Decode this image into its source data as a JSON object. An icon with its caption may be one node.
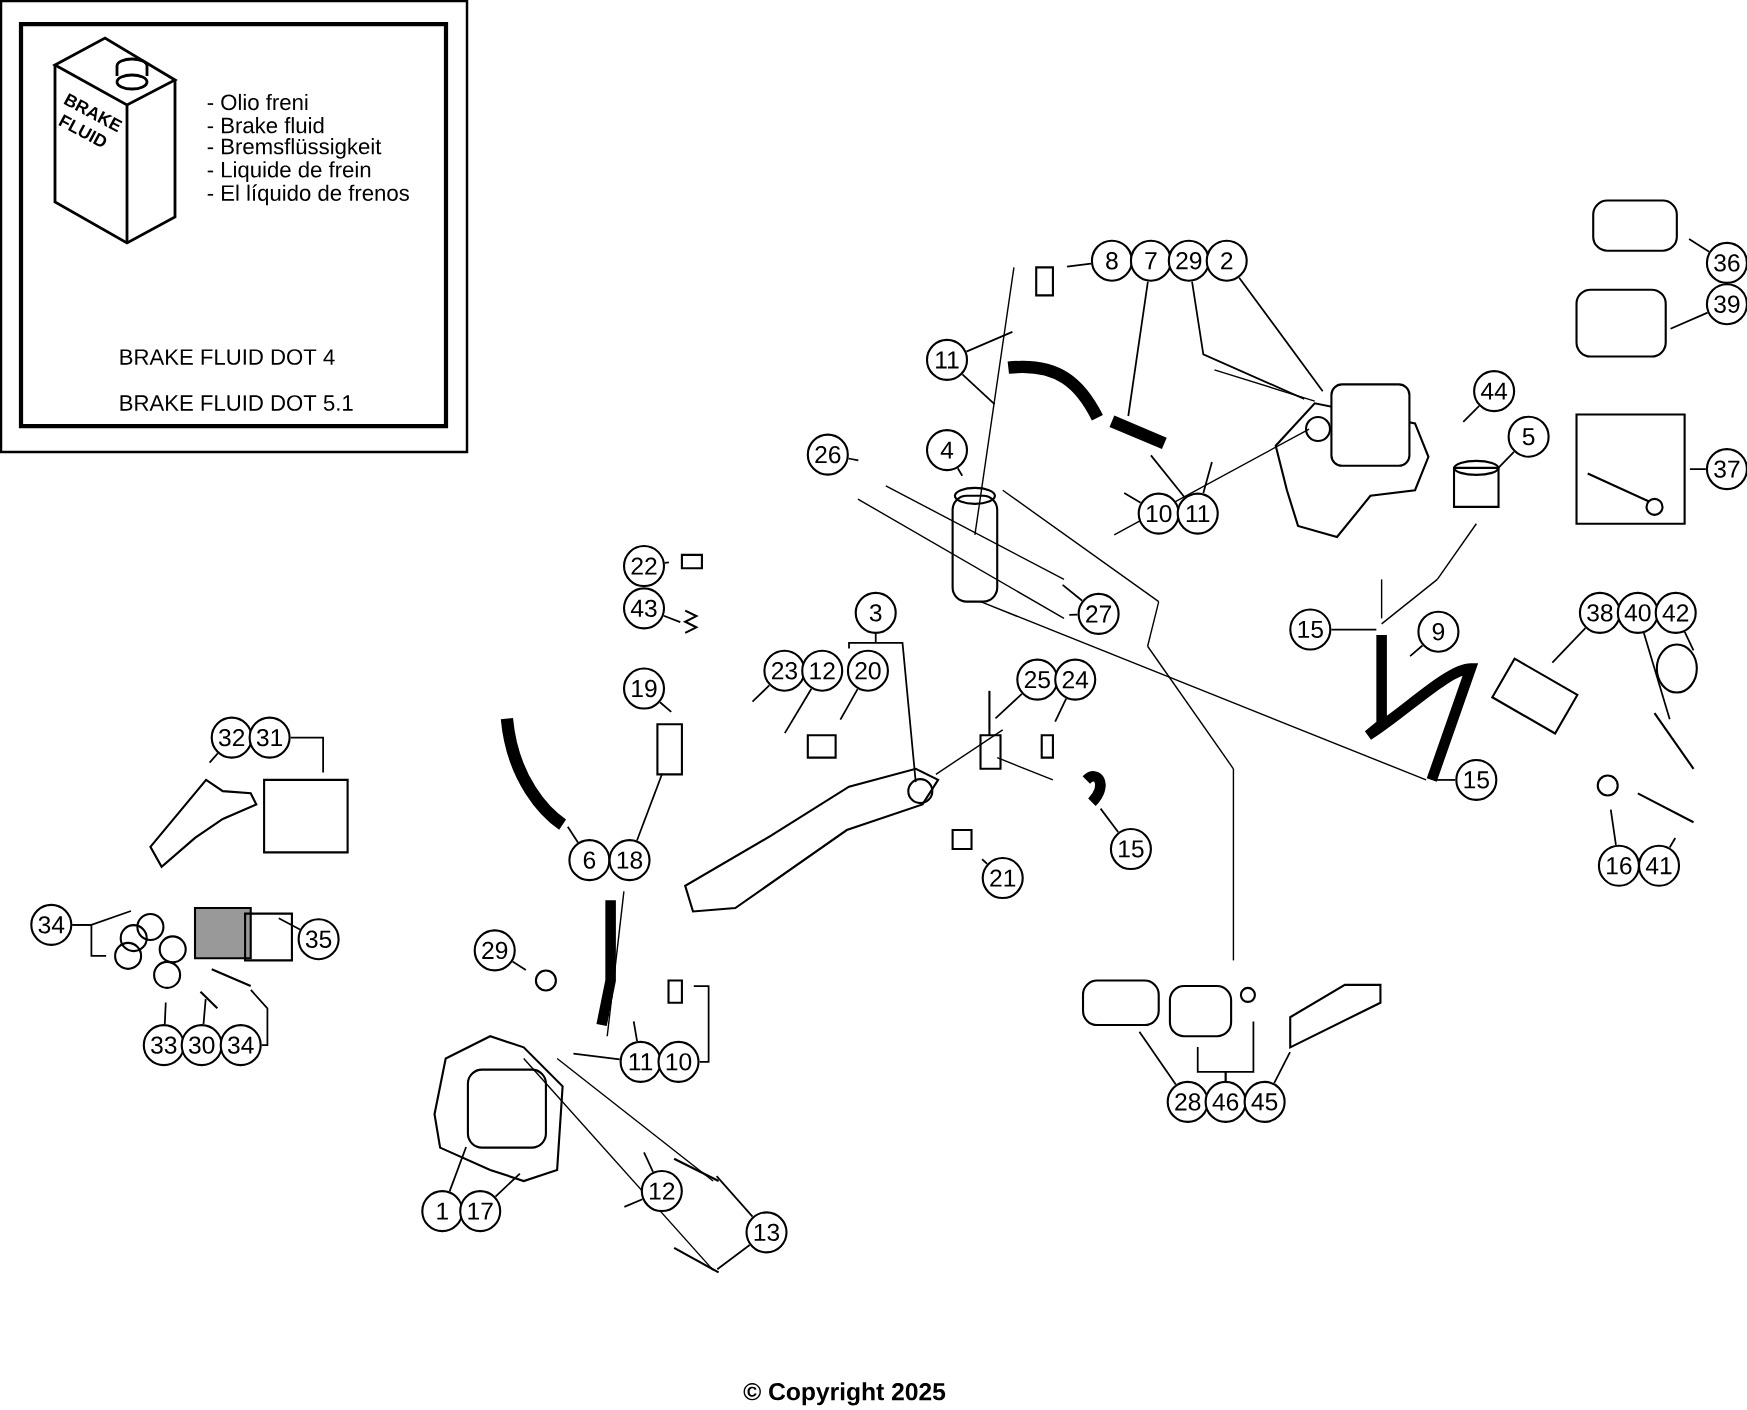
{
  "diagram": {
    "nodes": [
      {
        "text": [
          "8"
        ]
      },
      {
        "text": [
          "7"
        ]
      },
      {
        "text": [
          "29"
        ]
      },
      {
        "text": [
          "2"
        ]
      },
      {
        "text": [
          "36"
        ]
      },
      {
        "text": [
          "39"
        ]
      },
      {
        "text": [
          "11"
        ]
      },
      {
        "text": [
          "44"
        ]
      },
      {
        "text": [
          "5"
        ]
      },
      {
        "text": [
          "4"
        ]
      },
      {
        "text": [
          "26"
        ]
      },
      {
        "text": [
          "37"
        ]
      },
      {
        "text": [
          "10"
        ]
      },
      {
        "text": [
          "11"
        ]
      },
      {
        "text": [
          "22"
        ]
      },
      {
        "text": [
          "43"
        ]
      },
      {
        "text": [
          "3"
        ]
      },
      {
        "text": [
          "27"
        ]
      },
      {
        "text": [
          "38"
        ]
      },
      {
        "text": [
          "40"
        ]
      },
      {
        "text": [
          "42"
        ]
      },
      {
        "text": [
          "15"
        ]
      },
      {
        "text": [
          "9"
        ]
      },
      {
        "text": [
          "23"
        ]
      },
      {
        "text": [
          "12"
        ]
      },
      {
        "text": [
          "20"
        ]
      },
      {
        "text": [
          "25"
        ]
      },
      {
        "text": [
          "24"
        ]
      },
      {
        "text": [
          "19"
        ]
      },
      {
        "text": [
          "32"
        ]
      },
      {
        "text": [
          "31"
        ]
      },
      {
        "text": [
          "15"
        ]
      },
      {
        "text": [
          "15"
        ]
      },
      {
        "text": [
          "6"
        ]
      },
      {
        "text": [
          "18"
        ]
      },
      {
        "text": [
          "16"
        ]
      },
      {
        "text": [
          "41"
        ]
      },
      {
        "text": [
          "21"
        ]
      },
      {
        "text": [
          "34"
        ]
      },
      {
        "text": [
          "35"
        ]
      },
      {
        "text": [
          "29"
        ]
      },
      {
        "text": [
          "33"
        ]
      },
      {
        "text": [
          "30"
        ]
      },
      {
        "text": [
          "34"
        ]
      },
      {
        "text": [
          "11"
        ]
      },
      {
        "text": [
          "10"
        ]
      },
      {
        "text": [
          "28"
        ]
      },
      {
        "text": [
          "46"
        ]
      },
      {
        "text": [
          "45"
        ]
      },
      {
        "text": [
          "12"
        ]
      },
      {
        "text": [
          "1"
        ]
      },
      {
        "text": [
          "17"
        ]
      },
      {
        "text": [
          "13"
        ]
      },
      {
        "text": [],
        "shape": "picture"
      }
    ],
    "edges": [
      {
        "from": 0,
        "to": null,
        "arrow": "none"
      },
      {
        "from": 1,
        "to": null,
        "arrow": "none"
      },
      {
        "from": 2,
        "to": null,
        "arrow": "none"
      },
      {
        "from": 3,
        "to": null,
        "arrow": "none"
      },
      {
        "from": 4,
        "to": null,
        "arrow": "none"
      },
      {
        "from": 5,
        "to": null,
        "arrow": "none"
      },
      {
        "from": 6,
        "to": null,
        "arrow": "none"
      },
      {
        "from": 6,
        "to": null,
        "arrow": "none"
      },
      {
        "from": 7,
        "to": null,
        "arrow": "none"
      },
      {
        "from": 8,
        "to": null,
        "arrow": "none"
      },
      {
        "from": 9,
        "to": null,
        "arrow": "none"
      },
      {
        "from": 10,
        "to": null,
        "arrow": "none"
      },
      {
        "from": 11,
        "to": null,
        "arrow": "none"
      },
      {
        "from": 12,
        "to": null,
        "arrow": "none"
      },
      {
        "from": 13,
        "to": null,
        "arrow": "none"
      },
      {
        "from": 13,
        "to": null,
        "arrow": "none"
      },
      {
        "from": 14,
        "to": null,
        "arrow": "none"
      },
      {
        "from": 15,
        "to": null,
        "arrow": "none"
      },
      {
        "from": 16,
        "to": 53,
        "arrow": "none"
      },
      {
        "from": 17,
        "to": null,
        "arrow": "none"
      },
      {
        "from": 17,
        "to": null,
        "arrow": "none"
      },
      {
        "from": 18,
        "to": null,
        "arrow": "none"
      },
      {
        "from": 19,
        "to": null,
        "arrow": "none"
      },
      {
        "from": 20,
        "to": null,
        "arrow": "none"
      },
      {
        "from": 21,
        "to": null,
        "arrow": "none"
      },
      {
        "from": 22,
        "to": null,
        "arrow": "none"
      },
      {
        "from": 23,
        "to": null,
        "arrow": "none"
      },
      {
        "from": 24,
        "to": null,
        "arrow": "none"
      },
      {
        "from": 25,
        "to": null,
        "arrow": "none"
      },
      {
        "from": 26,
        "to": null,
        "arrow": "none"
      },
      {
        "from": 27,
        "to": null,
        "arrow": "none"
      },
      {
        "from": 28,
        "to": null,
        "arrow": "none"
      },
      {
        "from": 29,
        "to": null,
        "arrow": "none"
      },
      {
        "from": 30,
        "to": null,
        "arrow": "none"
      },
      {
        "from": 31,
        "to": null,
        "arrow": "none"
      },
      {
        "from": 32,
        "to": null,
        "arrow": "none"
      },
      {
        "from": 33,
        "to": null,
        "arrow": "none"
      },
      {
        "from": 34,
        "to": null,
        "arrow": "none"
      },
      {
        "from": 35,
        "to": null,
        "arrow": "none"
      },
      {
        "from": 36,
        "to": null,
        "arrow": "none"
      },
      {
        "from": 37,
        "to": null,
        "arrow": "none"
      },
      {
        "from": 38,
        "to": null,
        "arrow": "none"
      },
      {
        "from": 38,
        "to": null,
        "arrow": "none"
      },
      {
        "from": 39,
        "to": null,
        "arrow": "none"
      },
      {
        "from": 40,
        "to": null,
        "arrow": "none"
      },
      {
        "from": 41,
        "to": null,
        "arrow": "none"
      },
      {
        "from": 42,
        "to": null,
        "arrow": "none"
      },
      {
        "from": 43,
        "to": null,
        "arrow": "none"
      },
      {
        "from": 44,
        "to": null,
        "arrow": "none"
      },
      {
        "from": 44,
        "to": null,
        "arrow": "none"
      },
      {
        "from": 45,
        "to": null,
        "arrow": "none"
      },
      {
        "from": 46,
        "to": null,
        "arrow": "none"
      },
      {
        "from": 47,
        "to": null,
        "arrow": "none"
      },
      {
        "from": 47,
        "to": null,
        "arrow": "none"
      },
      {
        "from": 48,
        "to": null,
        "arrow": "none"
      },
      {
        "from": 49,
        "to": null,
        "arrow": "none"
      },
      {
        "from": 49,
        "to": null,
        "arrow": "none"
      },
      {
        "from": 50,
        "to": null,
        "arrow": "none"
      },
      {
        "from": 51,
        "to": null,
        "arrow": "none"
      },
      {
        "from": 52,
        "to": null,
        "arrow": "none"
      },
      {
        "from": 52,
        "to": null,
        "arrow": "none"
      }
    ],
    "labels": [
      "BRAKE FLUID",
      "- Olio freni",
      "- Brake fluid",
      "- Bremsflüssigkeit",
      "- Liquide de frein",
      "- El líquido de frenos",
      "BRAKE FLUID DOT 4",
      "BRAKE FLUID DOT 5.1",
      "© Copyright 2025"
    ]
  }
}
